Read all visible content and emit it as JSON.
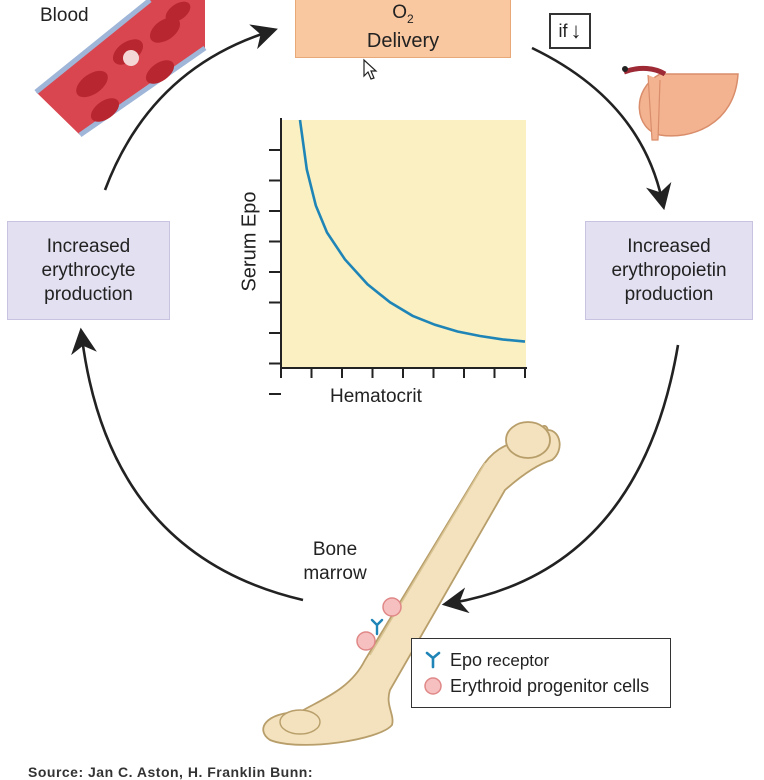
{
  "labels": {
    "blood": "Blood",
    "o2_main": "O",
    "o2_sub": "2",
    "delivery": "Delivery",
    "if": "if",
    "if_arrow": "↓",
    "increased_erythrocyte": "Increased\nerythrocyte\nproduction",
    "increased_epo": "Increased\nerythropoietin\nproduction",
    "bone_marrow": "Bone\nmarrow",
    "source": "Source: Jan C. Aston, H. Franklin Bunn:"
  },
  "chart_data": {
    "type": "line",
    "ylabel": "Serum Epo",
    "xlabel": "Hematocrit",
    "x": [
      0.0,
      0.03,
      0.07,
      0.12,
      0.2,
      0.3,
      0.4,
      0.5,
      0.6,
      0.7,
      0.8,
      0.9,
      1.0
    ],
    "y": [
      1.0,
      0.78,
      0.62,
      0.5,
      0.38,
      0.27,
      0.19,
      0.13,
      0.09,
      0.06,
      0.04,
      0.025,
      0.015
    ],
    "grid": false,
    "background": "#faf0c2",
    "line_color": "#1f85b7"
  },
  "legend": {
    "items": [
      {
        "label": "Epo",
        "label_small": " receptor",
        "icon": "epo-receptor-icon"
      },
      {
        "label": "Erythroid progenitor cells",
        "label_small": "",
        "icon": "progenitor-cell-icon"
      }
    ]
  },
  "colors": {
    "o2_box": "#f9c7a0",
    "purple_box": "#e3e0f1",
    "bone": "#f3e2bd",
    "vessel": "#d9464f",
    "kidney": "#f3b391"
  }
}
